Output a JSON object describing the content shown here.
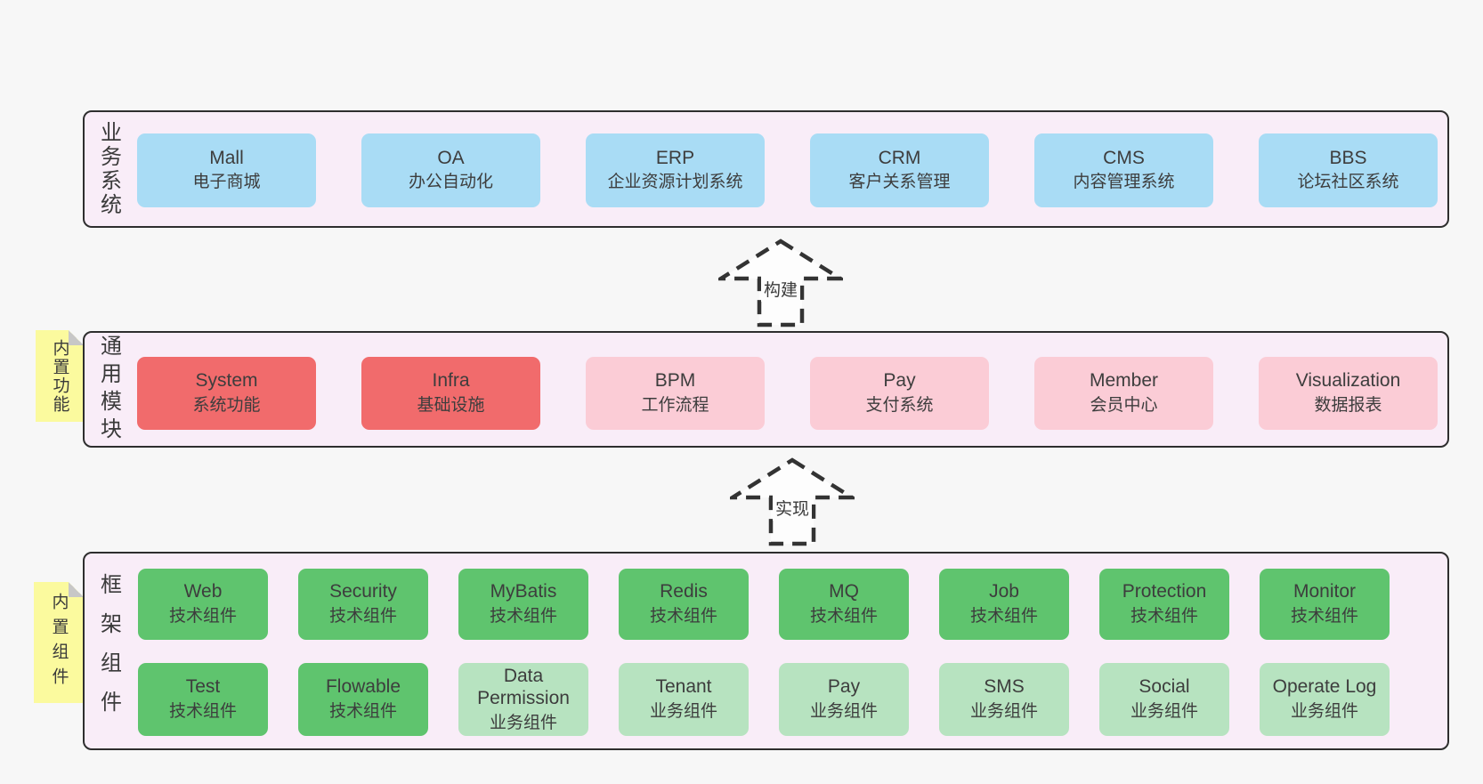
{
  "page": {
    "background": "#f7f7f7"
  },
  "colors": {
    "layer_background": "#f9edf8",
    "layer_border": "#2e2e2e",
    "business_box": "#a9dcf5",
    "core_module_box": "#f16b6c",
    "optional_module_box": "#fbccd6",
    "tech_component_box": "#5fc46e",
    "biz_component_box": "#b7e3c0",
    "sticky_note": "#fbfa9e",
    "sticky_fold": "#c7c7c7",
    "text": "#3d3d3d",
    "arrow_stroke": "#333333"
  },
  "arrows": [
    {
      "label": "构建"
    },
    {
      "label": "实现"
    }
  ],
  "layers": [
    {
      "label": "业务系统",
      "boxes": [
        {
          "name": "Mall",
          "subtitle": "电子商城"
        },
        {
          "name": "OA",
          "subtitle": "办公自动化"
        },
        {
          "name": "ERP",
          "subtitle": "企业资源计划系统"
        },
        {
          "name": "CRM",
          "subtitle": "客户关系管理"
        },
        {
          "name": "CMS",
          "subtitle": "内容管理系统"
        },
        {
          "name": "BBS",
          "subtitle": "论坛社区系统"
        }
      ]
    },
    {
      "label": "通用模块",
      "sticky": "内置功能",
      "boxes": [
        {
          "name": "System",
          "subtitle": "系统功能"
        },
        {
          "name": "Infra",
          "subtitle": "基础设施"
        },
        {
          "name": "BPM",
          "subtitle": "工作流程"
        },
        {
          "name": "Pay",
          "subtitle": "支付系统"
        },
        {
          "name": "Member",
          "subtitle": "会员中心"
        },
        {
          "name": "Visualization",
          "subtitle": "数据报表"
        }
      ]
    },
    {
      "label": "框架组件",
      "sticky": "内置组件",
      "rows": [
        [
          {
            "name": "Web",
            "subtitle": "技术组件"
          },
          {
            "name": "Security",
            "subtitle": "技术组件"
          },
          {
            "name": "MyBatis",
            "subtitle": "技术组件"
          },
          {
            "name": "Redis",
            "subtitle": "技术组件"
          },
          {
            "name": "MQ",
            "subtitle": "技术组件"
          },
          {
            "name": "Job",
            "subtitle": "技术组件"
          },
          {
            "name": "Protection",
            "subtitle": "技术组件"
          },
          {
            "name": "Monitor",
            "subtitle": "技术组件"
          }
        ],
        [
          {
            "name": "Test",
            "subtitle": "技术组件"
          },
          {
            "name": "Flowable",
            "subtitle": "技术组件"
          },
          {
            "name": "Data Permission",
            "subtitle": "业务组件"
          },
          {
            "name": "Tenant",
            "subtitle": "业务组件"
          },
          {
            "name": "Pay",
            "subtitle": "业务组件"
          },
          {
            "name": "SMS",
            "subtitle": "业务组件"
          },
          {
            "name": "Social",
            "subtitle": "业务组件"
          },
          {
            "name": "Operate Log",
            "subtitle": "业务组件"
          }
        ]
      ]
    }
  ]
}
